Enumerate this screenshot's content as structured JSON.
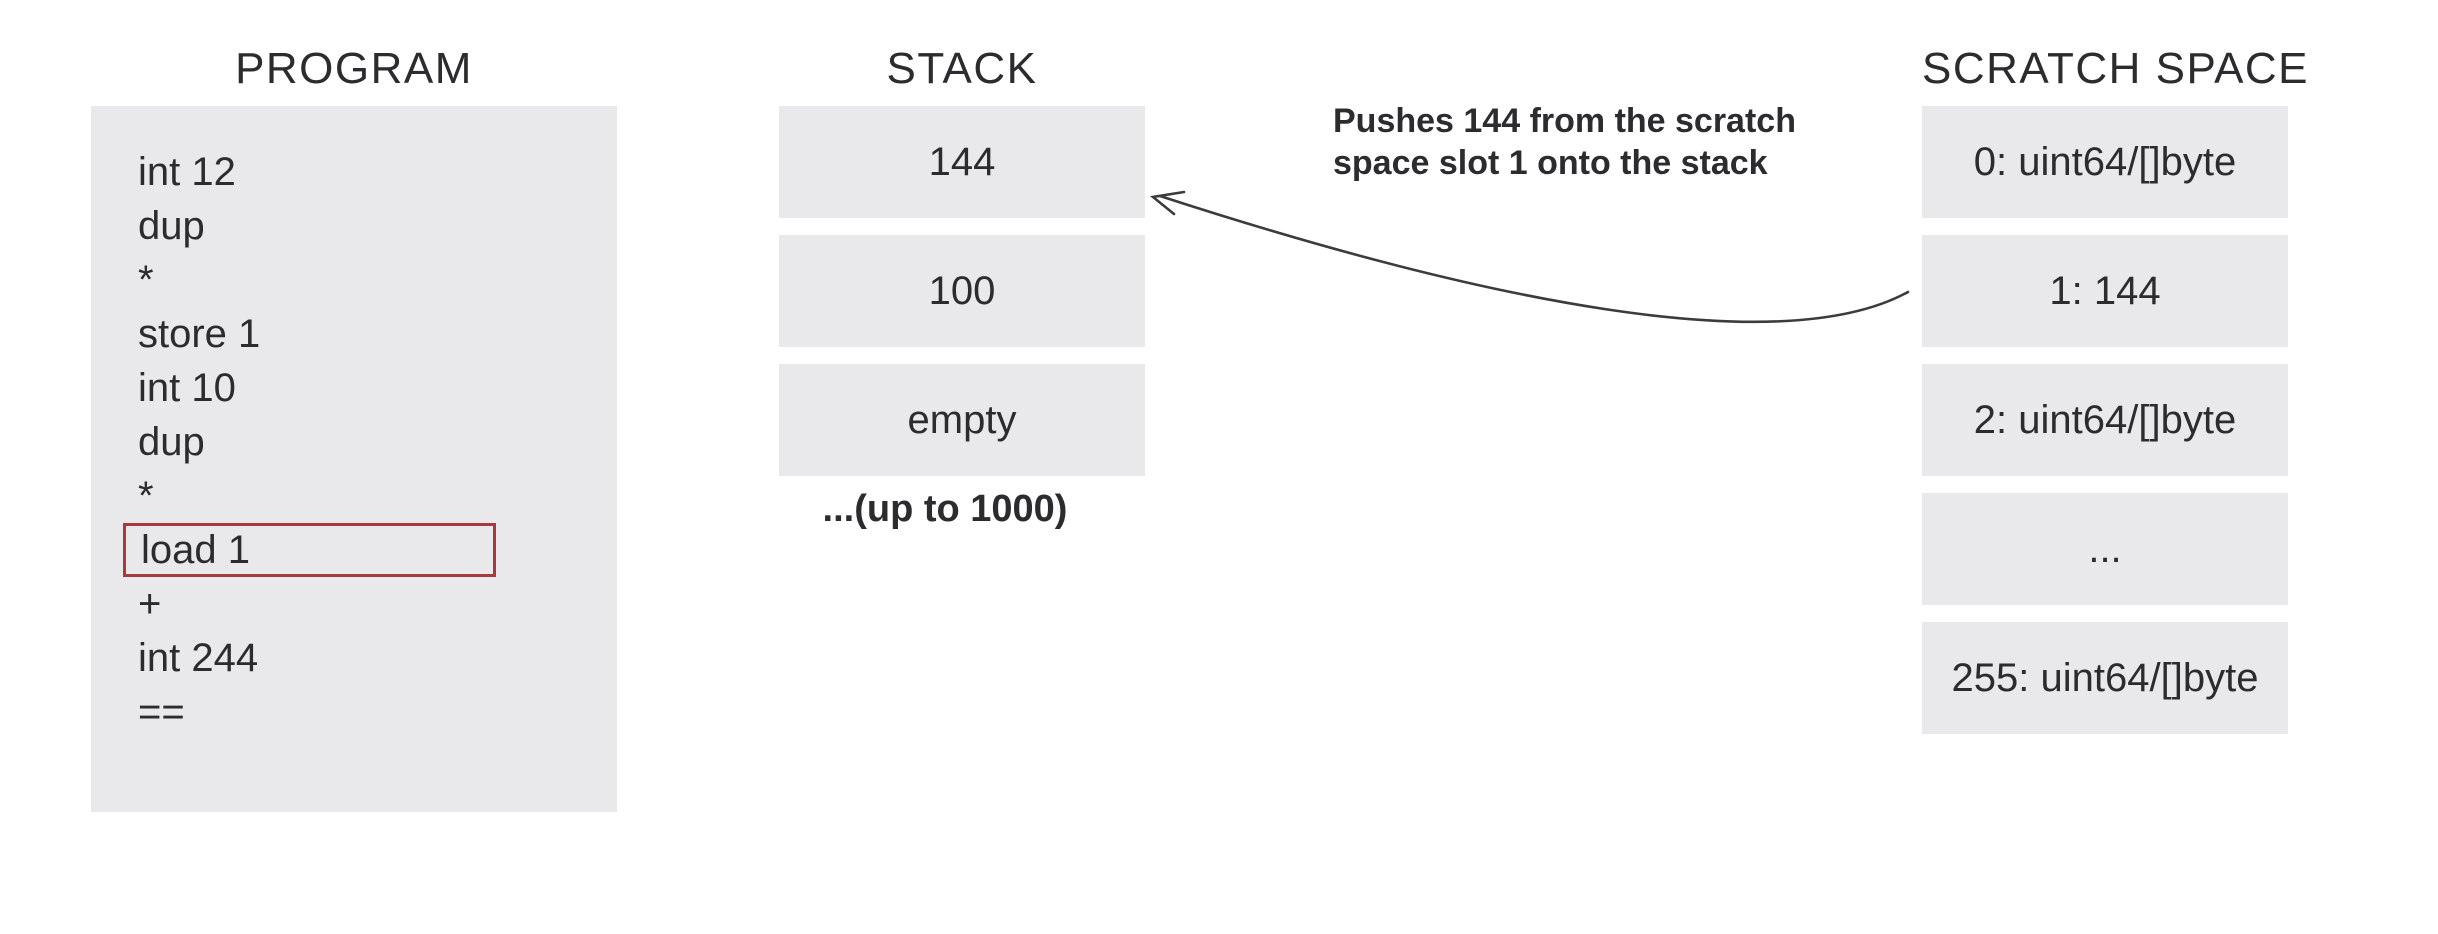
{
  "program": {
    "title": "PROGRAM",
    "lines": [
      {
        "text": "int 12"
      },
      {
        "text": "dup"
      },
      {
        "text": "*"
      },
      {
        "text": "store 1"
      },
      {
        "text": "int 10"
      },
      {
        "text": "dup"
      },
      {
        "text": "*"
      },
      {
        "text": "load 1",
        "highlighted": true
      },
      {
        "text": "+"
      },
      {
        "text": "int 244"
      },
      {
        "text": "=="
      }
    ]
  },
  "stack": {
    "title": "STACK",
    "slots": [
      "144",
      "100",
      "empty"
    ],
    "note": "...(up to 1000)"
  },
  "scratch": {
    "title": "SCRATCH SPACE",
    "slots": [
      "0: uint64/[]byte",
      "1: 144",
      "2: uint64/[]byte",
      "...",
      "255: uint64/[]byte"
    ]
  },
  "annotation": {
    "line1": "Pushes 144 from the scratch",
    "line2": "space slot 1 onto the stack"
  },
  "colors": {
    "box_gray": "#e9e9eb",
    "highlight_red": "#a93a3b",
    "text": "#2b2c2e",
    "arrow": "#3c3c3e"
  }
}
